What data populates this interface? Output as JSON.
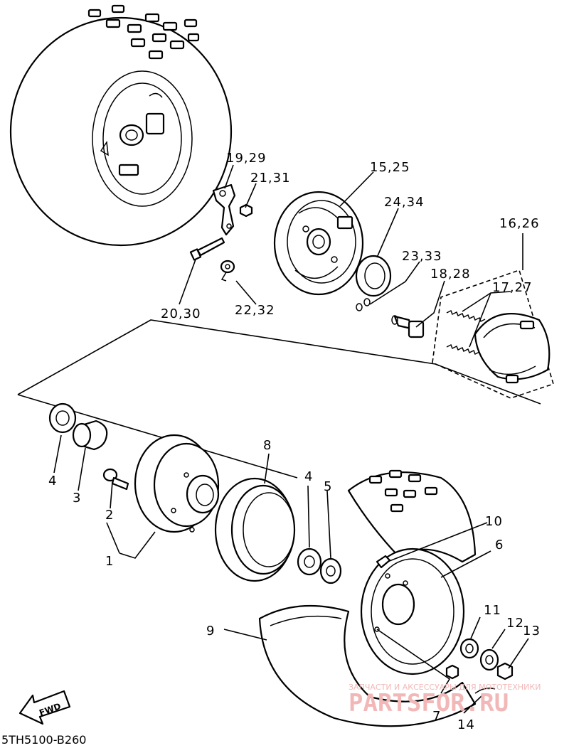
{
  "diagram_code": "5TH5100-B260",
  "fwd_label": "FWD",
  "watermark": {
    "line1": "ЗАПЧАСТИ И АКСЕССУАРЫ ДЛЯ МОТОТЕХНИКИ",
    "line2": "PARTSFOR.RU"
  },
  "callouts": [
    "19,29",
    "21,31",
    "15,25",
    "24,34",
    "16,26",
    "23,33",
    "18,28",
    "17,27",
    "20,30",
    "22,32",
    "8",
    "4",
    "3",
    "2",
    "1",
    "4",
    "5",
    "10",
    "6",
    "9",
    "11",
    "12",
    "13",
    "7",
    "14"
  ],
  "colors": {
    "line": "#000000",
    "background": "#ffffff",
    "watermark": "#f2b8b8"
  }
}
